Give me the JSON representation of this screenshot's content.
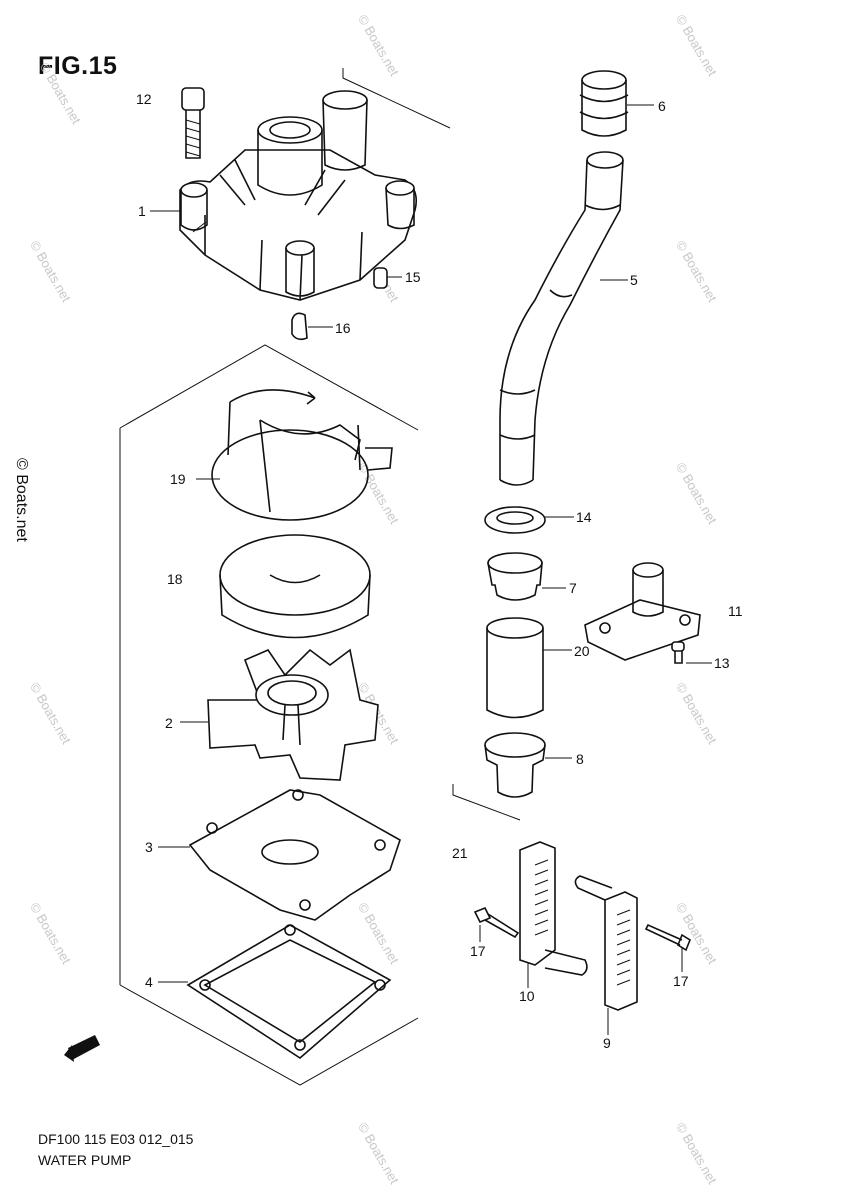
{
  "figure": {
    "title": "FIG.15",
    "code": "DF100 115 E03 012_015",
    "name": "WATER PUMP"
  },
  "watermarks": {
    "side": "© Boats.net",
    "tile": "© Boats.net"
  },
  "callouts": [
    {
      "id": "c1",
      "label": "1"
    },
    {
      "id": "c2",
      "label": "2"
    },
    {
      "id": "c3",
      "label": "3"
    },
    {
      "id": "c4",
      "label": "4"
    },
    {
      "id": "c5",
      "label": "5"
    },
    {
      "id": "c6",
      "label": "6"
    },
    {
      "id": "c7",
      "label": "7"
    },
    {
      "id": "c8",
      "label": "8"
    },
    {
      "id": "c9",
      "label": "9"
    },
    {
      "id": "c10",
      "label": "10"
    },
    {
      "id": "c11",
      "label": "11"
    },
    {
      "id": "c12",
      "label": "12"
    },
    {
      "id": "c13",
      "label": "13"
    },
    {
      "id": "c14",
      "label": "14"
    },
    {
      "id": "c15",
      "label": "15"
    },
    {
      "id": "c16",
      "label": "16"
    },
    {
      "id": "c17a",
      "label": "17"
    },
    {
      "id": "c17b",
      "label": "17"
    },
    {
      "id": "c18",
      "label": "18"
    },
    {
      "id": "c19",
      "label": "19"
    },
    {
      "id": "c20",
      "label": "20"
    },
    {
      "id": "c21",
      "label": "21"
    }
  ],
  "fwd_icon": "fwd-arrow-icon"
}
